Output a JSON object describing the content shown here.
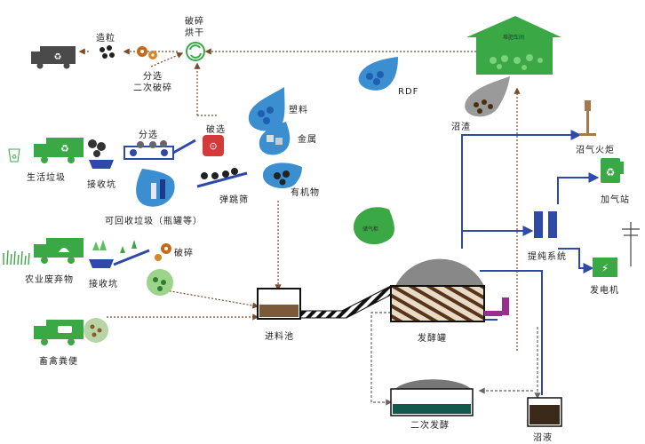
{
  "labels": {
    "zaoli": "造粒",
    "posui_honggan": "破碎\n烘干",
    "fenxuan_ercipo": "分选\n二次破碎",
    "fenxuan": "分选",
    "poxuan": "破选",
    "suliao": "塑料",
    "jinshu": "金属",
    "tanjiao_shai": "弹跳筛",
    "youjiwu": "有机物",
    "rdf": "RDF",
    "shenghuo_laji": "生活垃圾",
    "jieshoukeng1": "接收坑",
    "kehuishou": "可回收垃圾（瓶罐等）",
    "nongye": "农业废弃物",
    "jieshoukeng2": "接收坑",
    "posui2": "破碎",
    "chuqin": "畜禽粪便",
    "jinliaochi": "进料池",
    "chuqiguan": "储气柜",
    "fajiaoguan": "发酵罐",
    "ercifajiao": "二次发酵",
    "zhaoye": "沼液",
    "zhaozha": "沼渣",
    "feiliaochejian": "堆肥车间",
    "zhaoqihuoju": "沼气火炬",
    "jiaqizhan": "加气站",
    "tichun": "提纯系统",
    "fadianji": "发电机"
  },
  "colors": {
    "green": "#3aa845",
    "dark_green": "#1f7a2e",
    "blue": "#2f49a8",
    "brown": "#7a4b2a",
    "teal": "#1a6c6a",
    "drop_blue": "#3b8fd0",
    "magenta": "#9b2d8f",
    "pipe_gray": "#888888"
  }
}
